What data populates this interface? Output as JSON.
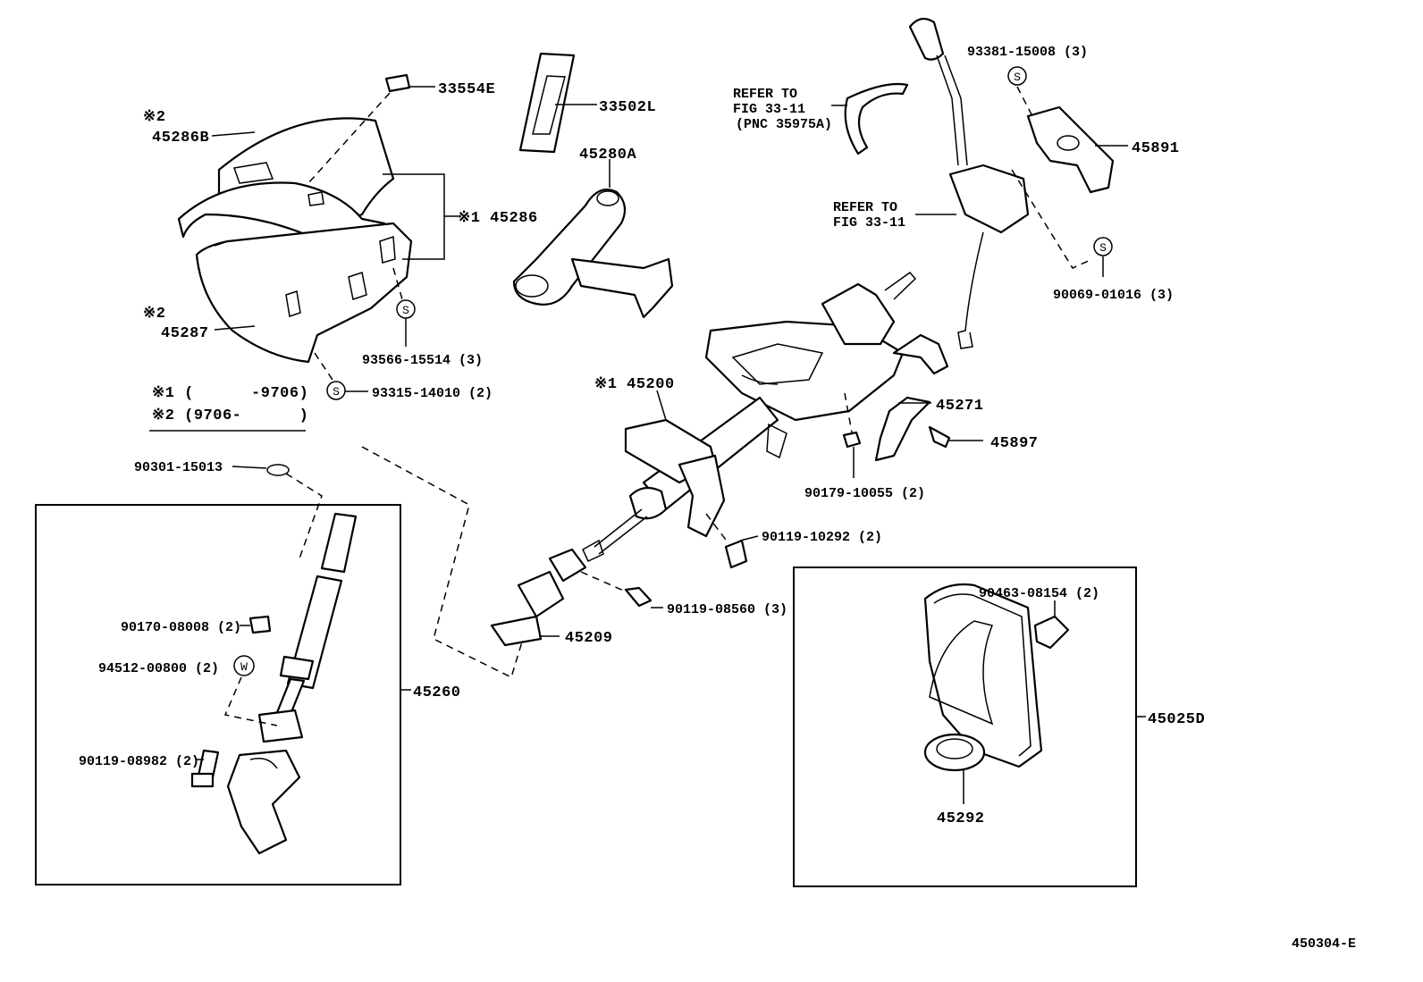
{
  "labels": {
    "p33554E": "33554E",
    "p33502L": "33502L",
    "mark2a": "※2",
    "p45286B": "45286B",
    "p45286": "※1 45286",
    "mark2b": "※2",
    "p45287": "45287",
    "p93566": "93566-15514 (3)",
    "p93315": "93315-14010 (2)",
    "legend1": "※1 (      -9706)",
    "legend2": "※2 (9706-      )",
    "p45280A": "45280A",
    "refer1_l1": "REFER TO",
    "refer1_l2": "FIG 33-11",
    "refer1_l3": "(PNC 35975A)",
    "refer2_l1": "REFER TO",
    "refer2_l2": "FIG 33-11",
    "p93381": "93381-15008 (3)",
    "p45891": "45891",
    "p90069": "90069-01016 (3)",
    "p45200": "※1 45200",
    "p45271": "45271",
    "p45897": "45897",
    "p90179": "90179-10055 (2)",
    "p90119_10292": "90119-10292 (2)",
    "p90301": "90301-15013",
    "p90170": "90170-08008 (2)",
    "p94512": "94512-00800 (2)",
    "p90119_08982": "90119-08982 (2)",
    "p45260": "45260",
    "p90119_08560": "90119-08560 (3)",
    "p45209": "45209",
    "p90463": "90463-08154 (2)",
    "p45025D": "45025D",
    "p45292": "45292",
    "diagram_id": "450304-E",
    "sym_s": "S",
    "sym_w": "W"
  }
}
